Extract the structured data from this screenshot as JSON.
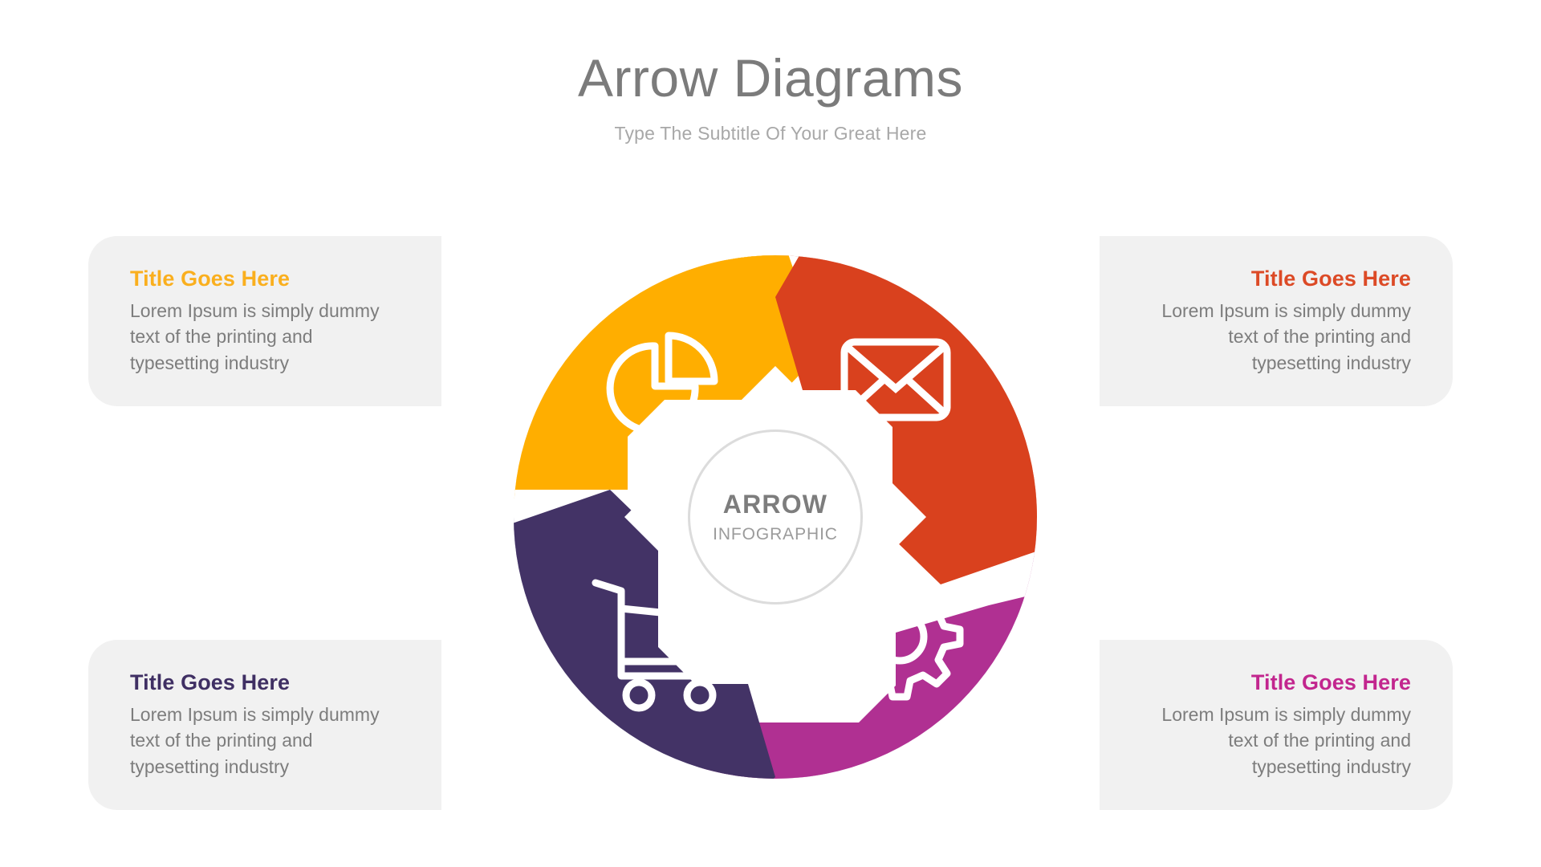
{
  "header": {
    "title": "Arrow Diagrams",
    "subtitle": "Type The Subtitle Of Your Great Here",
    "title_color": "#7b7b7b",
    "subtitle_color": "#a8a8a8"
  },
  "hub": {
    "title": "ARROW",
    "subtitle": "INFOGRAPHIC",
    "ring_color": "#dcdcdc"
  },
  "palette": {
    "amber": "#FFAE00",
    "red": "#D9411E",
    "magenta": "#B03092",
    "purple": "#433366",
    "card_bg": "#f1f1f1",
    "body_text": "#7d7d7d"
  },
  "segments": [
    {
      "id": "amber",
      "position": "top-left",
      "color": "#FFAE00",
      "icon": "pie-chart-icon"
    },
    {
      "id": "red",
      "position": "top-right",
      "color": "#D9411E",
      "icon": "envelope-icon"
    },
    {
      "id": "magenta",
      "position": "bottom-right",
      "color": "#B03092",
      "icon": "gear-icon"
    },
    {
      "id": "purple",
      "position": "bottom-left",
      "color": "#433366",
      "icon": "shopping-cart-icon"
    }
  ],
  "cards": [
    {
      "id": "top-left",
      "title": "Title Goes Here",
      "title_color": "#FAAF1E",
      "body": "Lorem Ipsum is simply dummy text of the printing and typesetting industry"
    },
    {
      "id": "top-right",
      "title": "Title Goes Here",
      "title_color": "#DC4A26",
      "body": "Lorem Ipsum is simply dummy text of the printing and typesetting industry"
    },
    {
      "id": "bottom-left",
      "title": "Title Goes Here",
      "title_color": "#3F2F63",
      "body": "Lorem Ipsum is simply dummy text of the printing and typesetting industry"
    },
    {
      "id": "bottom-right",
      "title": "Title Goes Here",
      "title_color": "#C2268E",
      "body": "Lorem Ipsum is simply dummy text of the printing and typesetting industry"
    }
  ]
}
